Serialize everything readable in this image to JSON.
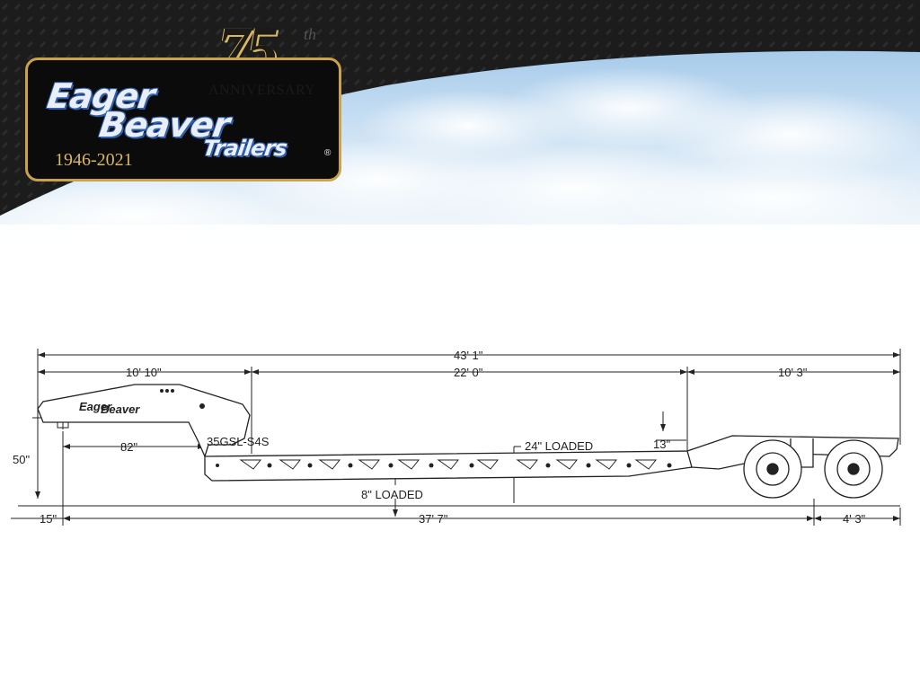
{
  "logo": {
    "anniversary_number": "75",
    "anniversary_suffix": "th",
    "anniversary_label": "ANNIVERSARY",
    "brand_line1": "Eager",
    "brand_line2": "Beaver",
    "brand_line3": "Trailers",
    "years": "1946-2021",
    "registered_mark": "®"
  },
  "trailer": {
    "side_brand_line1": "Eager",
    "side_brand_line2": "Beaver",
    "model": "35GSL-S4S"
  },
  "dimensions": {
    "overall_length": "43' 1\"",
    "gooseneck_length": "10' 10\"",
    "deck_length": "22' 0\"",
    "rear_section_length": "10' 3\"",
    "kingpin_to_neck": "82\"",
    "fifth_wheel_height": "50\"",
    "front_swing": "15\"",
    "kingpin_to_axle": "37' 7\"",
    "rear_overhang": "4' 3\"",
    "deck_height_loaded": "24\" LOADED",
    "ground_clearance_loaded": "8\" LOADED",
    "rear_step": "13\""
  },
  "colors": {
    "header_dark": "#1a1a1a",
    "sky": "#9ec6e8",
    "logo_gold": "#c9a24a",
    "logo_blue": "#2f5fa8",
    "line": "#222222"
  }
}
